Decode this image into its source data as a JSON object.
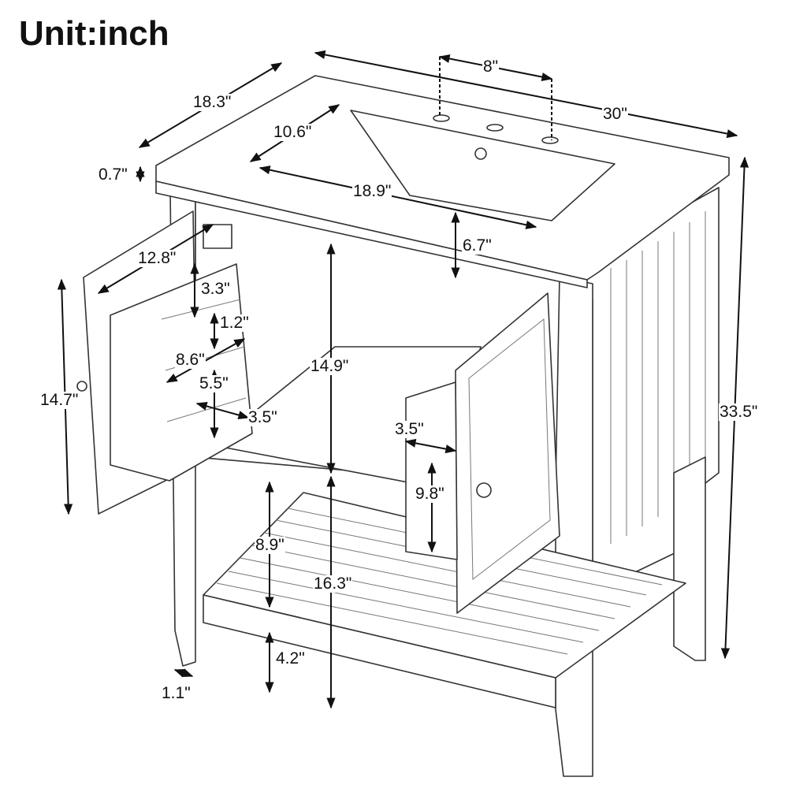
{
  "title": "Unit:inch",
  "dimensions": {
    "faucet_spacing": "8\"",
    "width": "30\"",
    "depth": "18.3\"",
    "basin_depth": "10.6\"",
    "top_thickness": "0.7\"",
    "basin_width": "18.9\"",
    "basin_height": "6.7\"",
    "total_height": "33.5\"",
    "door_width": "12.8\"",
    "door_height": "14.7\"",
    "shelf_gap_top": "3.3\"",
    "shelf_height": "1.2\"",
    "shelf_width": "8.6\"",
    "shelf_gap": "5.5\"",
    "shelf_depth_left": "3.5\"",
    "shelf_depth_right": "3.5\"",
    "interior_height": "14.9\"",
    "right_shelf_height": "9.8\"",
    "open_shelf_gap": "8.9\"",
    "lower_height": "16.3\"",
    "floor_clearance": "4.2\"",
    "leg_width": "1.1\""
  }
}
